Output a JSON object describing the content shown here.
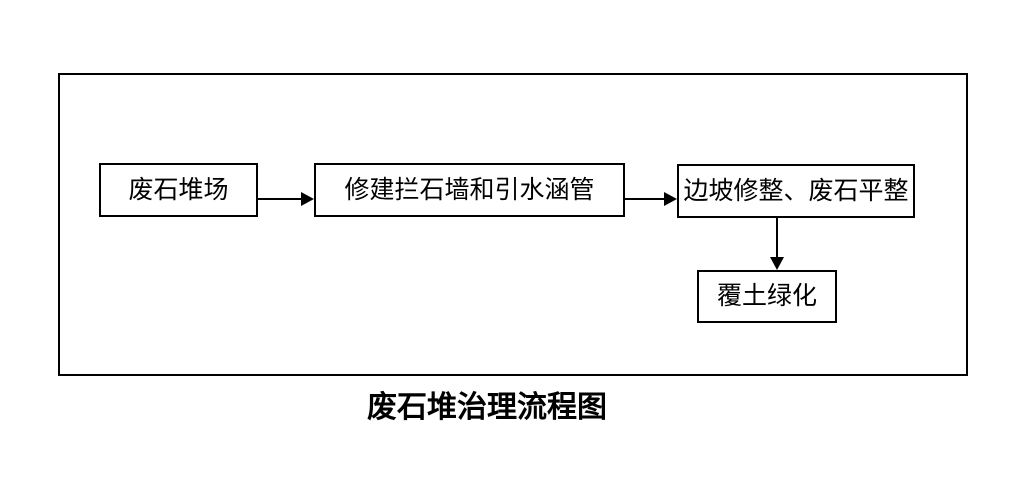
{
  "diagram": {
    "caption": "废石堆治理流程图",
    "nodes": [
      {
        "id": "waste-rock-yard",
        "label": "废石堆场"
      },
      {
        "id": "build-wall-and-culvert",
        "label": "修建拦石墙和引水涵管"
      },
      {
        "id": "slope-and-leveling",
        "label": "边坡修整、废石平整"
      },
      {
        "id": "soil-cover-greening",
        "label": "覆土绿化"
      }
    ],
    "edges": [
      {
        "from": "waste-rock-yard",
        "to": "build-wall-and-culvert",
        "direction": "right"
      },
      {
        "from": "build-wall-and-culvert",
        "to": "slope-and-leveling",
        "direction": "right"
      },
      {
        "from": "slope-and-leveling",
        "to": "soil-cover-greening",
        "direction": "down"
      }
    ],
    "colors": {
      "line": "#000000",
      "background": "#ffffff"
    }
  }
}
